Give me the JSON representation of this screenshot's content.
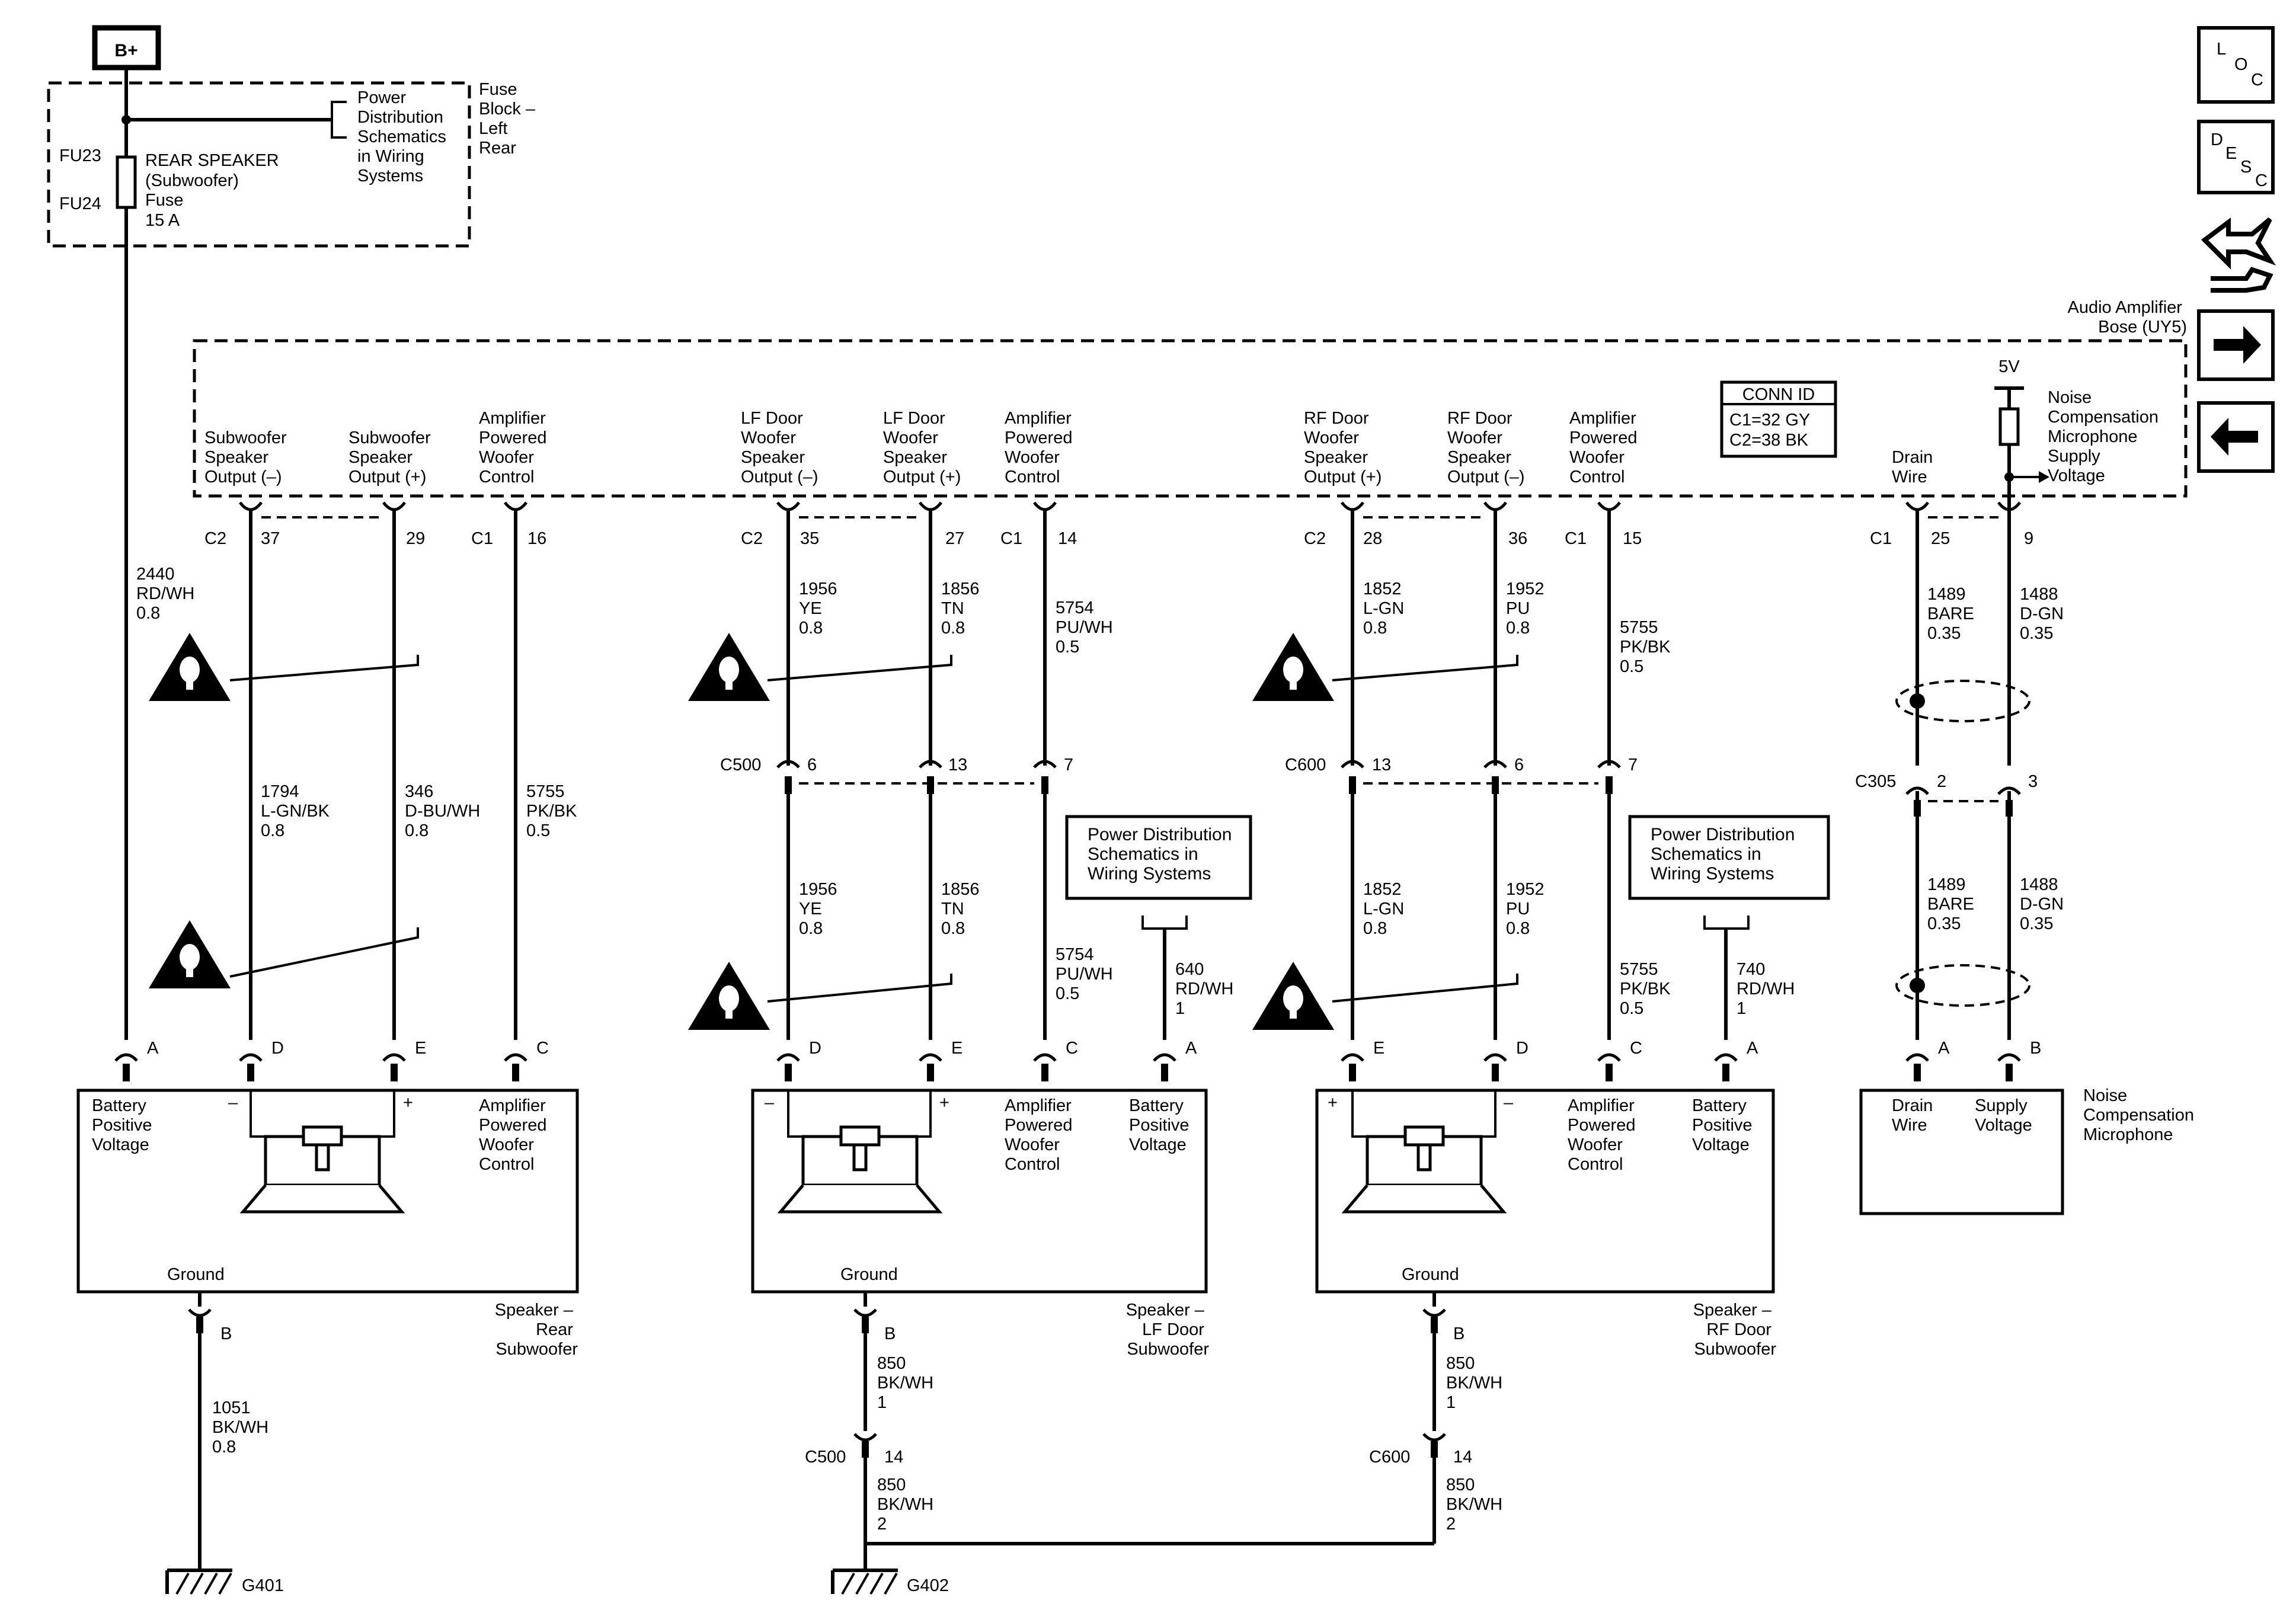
{
  "power": {
    "bplus": "B+",
    "fuse_block": [
      "Fuse",
      "Block –",
      "Left",
      "Rear"
    ],
    "power_dist": [
      "Power",
      "Distribution",
      "Schematics",
      "in Wiring",
      "Systems"
    ],
    "fu23": "FU23",
    "fu24": "FU24",
    "fuse_label": [
      "REAR SPEAKER",
      "(Subwoofer)",
      "Fuse",
      "15 A"
    ]
  },
  "nav_icons": {
    "loc": [
      "L",
      "O",
      "C"
    ],
    "desc": [
      "D",
      "E",
      "S",
      "C"
    ]
  },
  "amplifier": {
    "title": [
      "Audio Amplifier",
      "Bose (UY5)"
    ],
    "conn_id_title": "CONN ID",
    "conn_id_lines": [
      "C1=32 GY",
      "C2=38 BK"
    ],
    "pins": {
      "rear_minus": [
        "Subwoofer",
        "Speaker",
        "Output (–)"
      ],
      "rear_plus": [
        "Subwoofer",
        "Speaker",
        "Output (+)"
      ],
      "rear_ctrl": [
        "Amplifier",
        "Powered",
        "Woofer",
        "Control"
      ],
      "lf_minus": [
        "LF Door",
        "Woofer",
        "Speaker",
        "Output (–)"
      ],
      "lf_plus": [
        "LF Door",
        "Woofer",
        "Speaker",
        "Output (+)"
      ],
      "lf_ctrl": [
        "Amplifier",
        "Powered",
        "Woofer",
        "Control"
      ],
      "rf_plus": [
        "RF Door",
        "Woofer",
        "Speaker",
        "Output (+)"
      ],
      "rf_minus": [
        "RF Door",
        "Woofer",
        "Speaker",
        "Output (–)"
      ],
      "rf_ctrl": [
        "Amplifier",
        "Powered",
        "Woofer",
        "Control"
      ],
      "drain": [
        "Drain",
        "Wire"
      ],
      "noise": [
        "Noise",
        "Compensation",
        "Microphone",
        "Supply",
        "Voltage"
      ]
    },
    "five_v": "5V"
  },
  "connectors": {
    "c2": "C2",
    "c1": "C1",
    "p37": "37",
    "p29": "29",
    "p16": "16",
    "p35": "35",
    "p27": "27",
    "p14": "14",
    "p28": "28",
    "p36": "36",
    "p15": "15",
    "p25": "25",
    "p9": "9",
    "c500": "C500",
    "c600": "C600",
    "c305": "C305",
    "c500_6": "6",
    "c500_13": "13",
    "c500_7": "7",
    "c600_13": "13",
    "c600_6": "6",
    "c600_7": "7",
    "c305_2": "2",
    "c305_3": "3",
    "c500_14": "14",
    "c600_14": "14"
  },
  "wires": {
    "w2440": [
      "2440",
      "RD/WH",
      "0.8"
    ],
    "w1794": [
      "1794",
      "L-GN/BK",
      "0.8"
    ],
    "w346": [
      "346",
      "D-BU/WH",
      "0.8"
    ],
    "w5755a": [
      "5755",
      "PK/BK",
      "0.5"
    ],
    "w1956a": [
      "1956",
      "YE",
      "0.8"
    ],
    "w1856a": [
      "1856",
      "TN",
      "0.8"
    ],
    "w5754a": [
      "5754",
      "PU/WH",
      "0.5"
    ],
    "w1956b": [
      "1956",
      "YE",
      "0.8"
    ],
    "w1856b": [
      "1856",
      "TN",
      "0.8"
    ],
    "w5754b": [
      "5754",
      "PU/WH",
      "0.5"
    ],
    "w640": [
      "640",
      "RD/WH",
      "1"
    ],
    "w1852a": [
      "1852",
      "L-GN",
      "0.8"
    ],
    "w1952a": [
      "1952",
      "PU",
      "0.8"
    ],
    "w5755b": [
      "5755",
      "PK/BK",
      "0.5"
    ],
    "w1852b": [
      "1852",
      "L-GN",
      "0.8"
    ],
    "w1952b": [
      "1952",
      "PU",
      "0.8"
    ],
    "w5755c": [
      "5755",
      "PK/BK",
      "0.5"
    ],
    "w740": [
      "740",
      "RD/WH",
      "1"
    ],
    "w1489a": [
      "1489",
      "BARE",
      "0.35"
    ],
    "w1488a": [
      "1488",
      "D-GN",
      "0.35"
    ],
    "w1489b": [
      "1489",
      "BARE",
      "0.35"
    ],
    "w1488b": [
      "1488",
      "D-GN",
      "0.35"
    ],
    "w1051": [
      "1051",
      "BK/WH",
      "0.8"
    ],
    "w850a": [
      "850",
      "BK/WH",
      "1"
    ],
    "w850b": [
      "850",
      "BK/WH",
      "2"
    ],
    "w850c": [
      "850",
      "BK/WH",
      "1"
    ],
    "w850d": [
      "850",
      "BK/WH",
      "2"
    ]
  },
  "pwr_dist_box": [
    "Power Distribution",
    "Schematics in",
    "Wiring Systems"
  ],
  "speakers": {
    "rear": {
      "name": [
        "Speaker –",
        "Rear",
        "Subwoofer"
      ],
      "batt": [
        "Battery",
        "Positive",
        "Voltage"
      ],
      "ctrl": [
        "Amplifier",
        "Powered",
        "Woofer",
        "Control"
      ],
      "ground": "Ground",
      "pins": {
        "a": "A",
        "d": "D",
        "e": "E",
        "c": "C",
        "b": "B"
      },
      "minus": "–",
      "plus": "+"
    },
    "lf": {
      "name": [
        "Speaker –",
        "LF Door",
        "Subwoofer"
      ],
      "batt": [
        "Battery",
        "Positive",
        "Voltage"
      ],
      "ctrl": [
        "Amplifier",
        "Powered",
        "Woofer",
        "Control"
      ],
      "ground": "Ground",
      "pins": {
        "d": "D",
        "e": "E",
        "c": "C",
        "a": "A",
        "b": "B"
      },
      "minus": "–",
      "plus": "+"
    },
    "rf": {
      "name": [
        "Speaker –",
        "RF Door",
        "Subwoofer"
      ],
      "batt": [
        "Battery",
        "Positive",
        "Voltage"
      ],
      "ctrl": [
        "Amplifier",
        "Powered",
        "Woofer",
        "Control"
      ],
      "ground": "Ground",
      "pins": {
        "e": "E",
        "d": "D",
        "c": "C",
        "a": "A",
        "b": "B"
      },
      "minus": "–",
      "plus": "+"
    }
  },
  "mic": {
    "name": [
      "Noise",
      "Compensation",
      "Microphone"
    ],
    "drain": [
      "Drain",
      "Wire"
    ],
    "supply": [
      "Supply",
      "Voltage"
    ],
    "pins": {
      "a": "A",
      "b": "B"
    }
  },
  "grounds": {
    "g401": "G401",
    "g402": "G402"
  }
}
